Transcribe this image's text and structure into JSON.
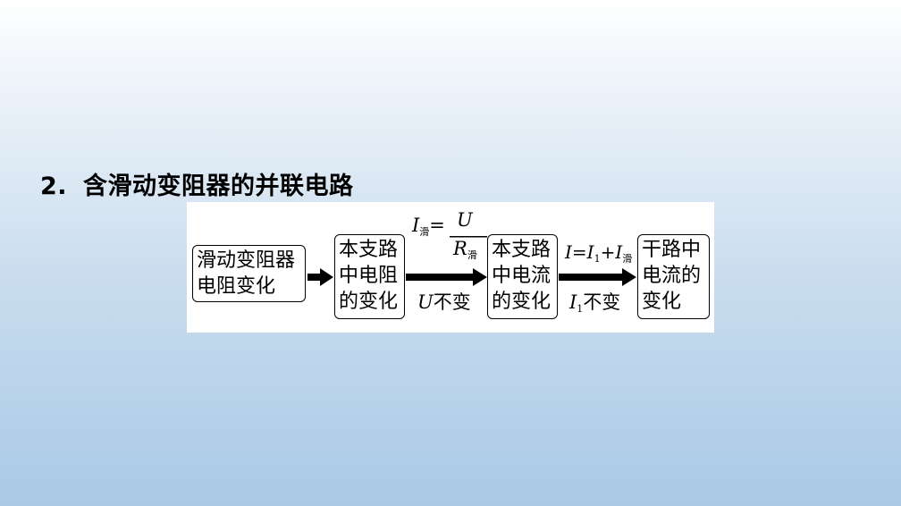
{
  "heading": {
    "number": "2.",
    "text": "含滑动变阻器的并联电路"
  },
  "flow": {
    "box1": [
      "滑动变阻器",
      "电阻变化"
    ],
    "box2": [
      "本支路",
      "中电阻",
      "的变化"
    ],
    "box3": [
      "本支路",
      "中电流",
      "的变化"
    ],
    "box4": [
      "干路中",
      "电流的",
      "变化"
    ],
    "arrow2_top": {
      "lhs": "I",
      "lhs_sub": "滑",
      "eq": "=",
      "num": "U",
      "den": "R",
      "den_sub": "滑"
    },
    "arrow2_bottom": {
      "var": "U",
      "text": "不变"
    },
    "arrow3_top": {
      "a": "I",
      "eq": "=",
      "b": "I",
      "b_sub": "1",
      "plus": "+",
      "c": "I",
      "c_sub": "滑"
    },
    "arrow3_bottom": {
      "var": "I",
      "var_sub": "1",
      "text": "不变"
    }
  }
}
